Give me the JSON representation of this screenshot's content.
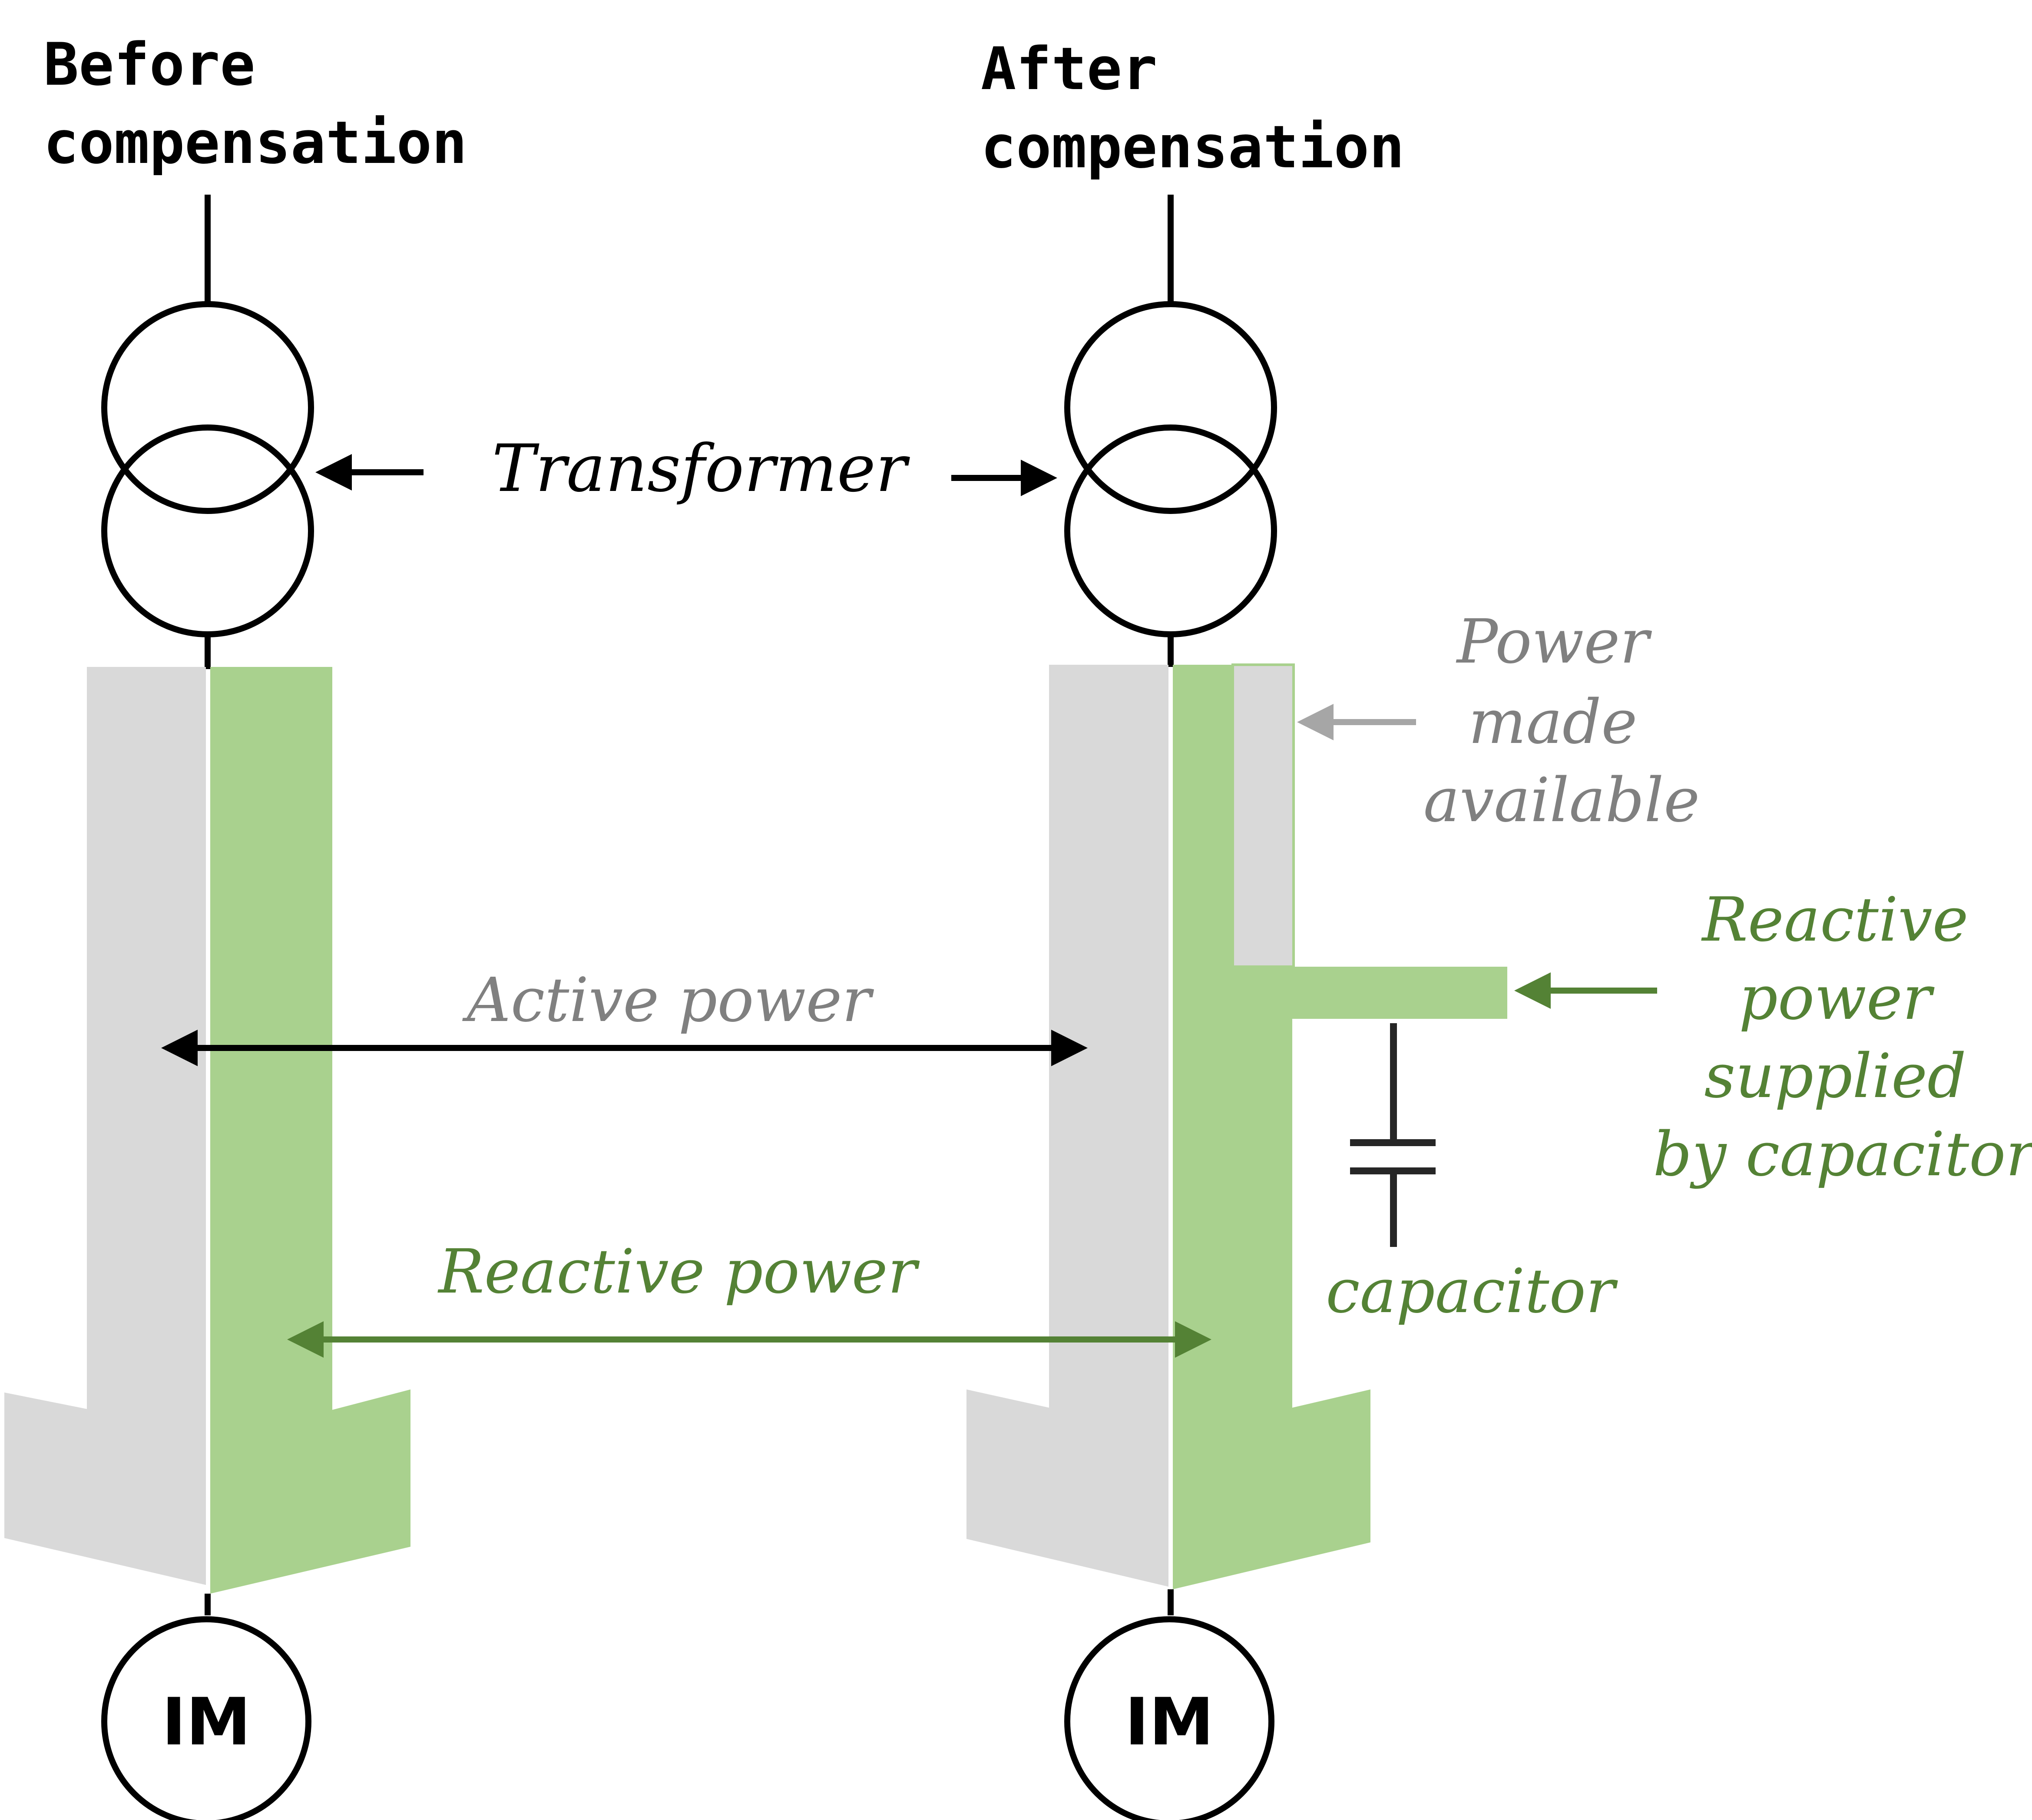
{
  "labels": {
    "before_line1": "Before",
    "before_line2": "compensation",
    "after_line1": "After",
    "after_line2": "compensation",
    "transformer": "Transformer",
    "active_power": "Active power",
    "reactive_power": "Reactive power",
    "power_made_available": [
      "Power",
      "made",
      "available"
    ],
    "reactive_supplied": [
      "Reactive",
      "power",
      "supplied",
      "by capacitor"
    ],
    "capacitor": "capacitor",
    "motor_left": "IM",
    "motor_right": "IM"
  },
  "colors": {
    "line": "#000000",
    "active_power_fill": "#d9d9d9",
    "reactive_power_fill": "#a9d18e",
    "reactive_text": "#548235",
    "gray_text": "#808080",
    "gray_arrow": "#a6a6a6"
  }
}
